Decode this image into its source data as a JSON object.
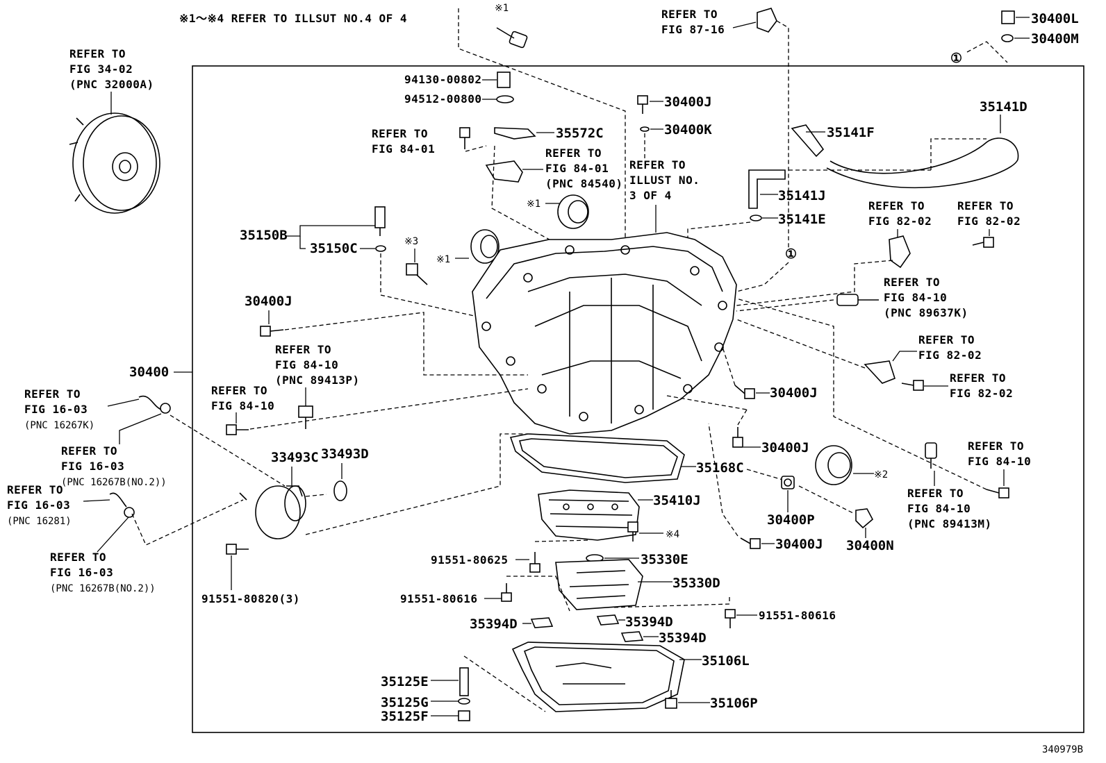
{
  "header_note": "※1～※4 REFER TO ILLSUT NO.4 OF 4",
  "drawing_number": "340979B",
  "circle_one": "①",
  "part_numbers": {
    "p30400": "30400",
    "p30400L": "30400L",
    "p30400M": "30400M",
    "p35141D": "35141D",
    "p35141F": "35141F",
    "p35141J": "35141J",
    "p35141E": "35141E",
    "p94130": "94130-00802",
    "p94512": "94512-00800",
    "p35572C": "35572C",
    "p30400J_top": "30400J",
    "p30400K": "30400K",
    "p35150B": "35150B",
    "p35150C": "35150C",
    "p30400J_left": "30400J",
    "p30400J_r1": "30400J",
    "p30400J_r2": "30400J",
    "p30400J_r3": "30400J",
    "p33493C": "33493C",
    "p33493D": "33493D",
    "p35168C": "35168C",
    "p35410J": "35410J",
    "p30400P": "30400P",
    "p30400N": "30400N",
    "p35330E": "35330E",
    "p35330D": "35330D",
    "p91551_625": "91551-80625",
    "p91551_616a": "91551-80616",
    "p91551_616b": "91551-80616",
    "p91551_820": "91551-80820(3)",
    "p35394D_a": "35394D",
    "p35394D_b": "35394D",
    "p35394D_c": "35394D",
    "p35106L": "35106L",
    "p35106P": "35106P",
    "p35125E": "35125E",
    "p35125G": "35125G",
    "p35125F": "35125F"
  },
  "marks": {
    "m1_top": "※1",
    "m1_seal_a": "※1",
    "m1_seal_b": "※1",
    "m2": "※2",
    "m3": "※3",
    "m4": "※4"
  },
  "refs": {
    "r34_02": [
      "REFER TO",
      "FIG 34-02",
      "(PNC 32000A)"
    ],
    "r87_16": [
      "REFER TO",
      "FIG 87-16"
    ],
    "r84_01a": [
      "REFER TO",
      "FIG 84-01"
    ],
    "r84_01b": [
      "REFER TO",
      "FIG 84-01",
      "(PNC 84540)"
    ],
    "r_illust3": [
      "REFER TO",
      "ILLUST NO.",
      "3 OF 4"
    ],
    "r82_02a": [
      "REFER TO",
      "FIG 82-02"
    ],
    "r82_02b": [
      "REFER TO",
      "FIG 82-02"
    ],
    "r84_10a": [
      "REFER TO",
      "FIG 84-10",
      "(PNC 89637K)"
    ],
    "r82_02c": [
      "REFER TO",
      "FIG 82-02"
    ],
    "r82_02d": [
      "REFER TO",
      "FIG 82-02"
    ],
    "r84_10b": [
      "REFER TO",
      "FIG 84-10",
      "(PNC 89413P)"
    ],
    "r84_10c": [
      "REFER TO",
      "FIG 84-10"
    ],
    "r16_03a": [
      "REFER TO",
      "FIG 16-03",
      "(PNC 16267K)"
    ],
    "r16_03b": [
      "REFER TO",
      "FIG 16-03",
      "(PNC 16267B(NO.2))"
    ],
    "r16_03c": [
      "REFER TO",
      "FIG 16-03",
      "(PNC 16281)"
    ],
    "r16_03d": [
      "REFER TO",
      "FIG 16-03",
      "(PNC 16267B(NO.2))"
    ],
    "r84_10d": [
      "REFER TO",
      "FIG 84-10"
    ],
    "r84_10e": [
      "REFER TO",
      "FIG 84-10",
      "(PNC 89413M)"
    ]
  }
}
